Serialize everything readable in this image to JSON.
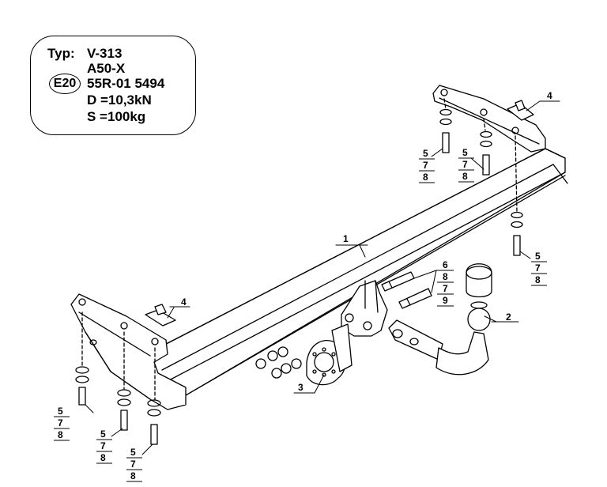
{
  "info": {
    "typ_label": "Typ:",
    "typ_value": "V-313",
    "model": "A50-X",
    "approval_mark": "E20",
    "approval_number": "55R-01 5494",
    "d_value": "D =10,3kN",
    "s_value": "S =100kg"
  },
  "callouts": {
    "frame": "1",
    "ball": "2",
    "socket_plate": "3",
    "bracket_left": "4",
    "bracket_right": "4",
    "bolt_kit": {
      "top": "5",
      "mid": "7",
      "bot": "8"
    },
    "ball_kit": {
      "top": "6",
      "mid": "8",
      "mid2": "7",
      "bot": "9"
    }
  }
}
